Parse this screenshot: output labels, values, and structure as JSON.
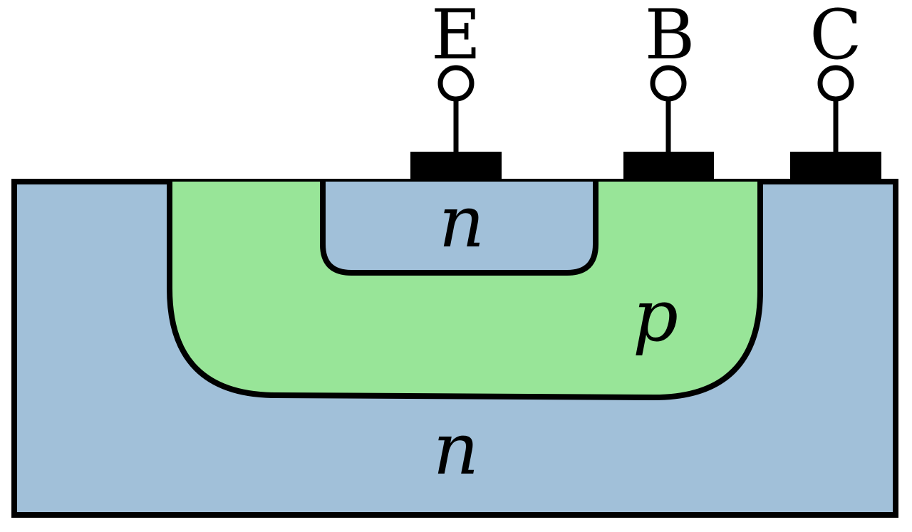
{
  "colors": {
    "n_region": "#a1c0d9",
    "p_region": "#98e598",
    "stroke": "#000000",
    "contact": "#000000",
    "terminal_fill": "#ffffff"
  },
  "terminals": {
    "emitter": "E",
    "base": "B",
    "collector": "C"
  },
  "regions": {
    "emitter_region": "n",
    "base_region": "p",
    "collector_region": "n"
  }
}
